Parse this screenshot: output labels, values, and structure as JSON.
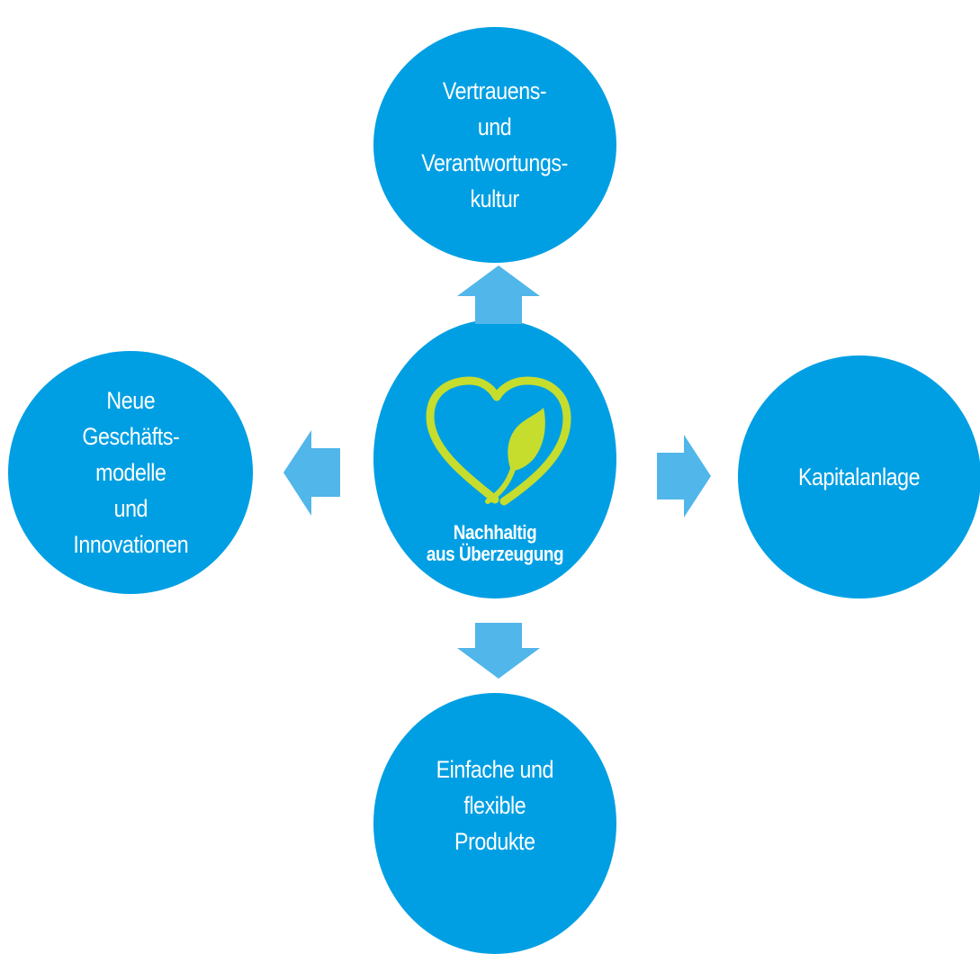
{
  "colors": {
    "circle_fill": "#009fe3",
    "arrow_fill": "#51b6ea",
    "heart_stroke": "#c6dd2e",
    "label_text": "#ffffff",
    "background": "#ffffff"
  },
  "center": {
    "logo_icon": "heart-with-leaf-icon",
    "caption_lines": [
      "Nachhaltig",
      "aus Überzeugung"
    ]
  },
  "nodes": {
    "top": {
      "lines": [
        "Vertrauens-",
        "und",
        "Verantwortungs-",
        "kultur"
      ]
    },
    "left": {
      "lines": [
        "Neue",
        "Geschäfts-",
        "modelle",
        "und",
        "Innovationen"
      ]
    },
    "right": {
      "lines": [
        "Kapitalanlage"
      ]
    },
    "bottom": {
      "lines": [
        "Einfache und",
        "flexible",
        "Produkte"
      ]
    }
  },
  "arrows": {
    "up": {
      "icon": "arrow-up-icon"
    },
    "left": {
      "icon": "arrow-left-icon"
    },
    "right": {
      "icon": "arrow-right-icon"
    },
    "down": {
      "icon": "arrow-down-icon"
    }
  }
}
